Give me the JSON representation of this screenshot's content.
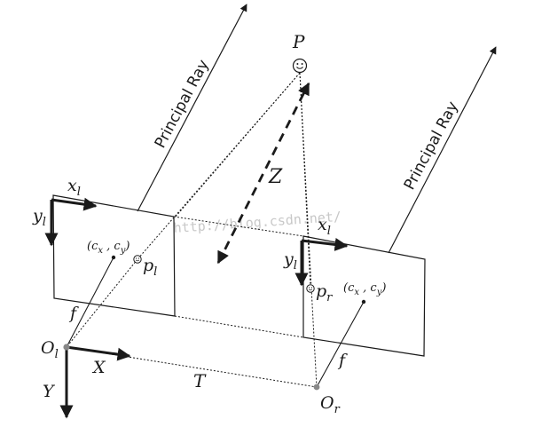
{
  "labels": {
    "principal_ray_left": "Principal Ray",
    "principal_ray_right": "Principal Ray",
    "point": "P",
    "depth": "Z",
    "baseline": "T",
    "focal_left": "f",
    "focal_right": "f",
    "world_x": "X",
    "world_y": "Y",
    "left_x_axis": {
      "base": "x",
      "sub": "l"
    },
    "left_y_axis": {
      "base": "y",
      "sub": "l"
    },
    "right_x_axis": {
      "base": "x",
      "sub": "l"
    },
    "right_y_axis": {
      "base": "y",
      "sub": "l"
    },
    "left_center": {
      "cx": "c",
      "cx_sub": "x",
      "cy": "c",
      "cy_sub": "y"
    },
    "right_center": {
      "cx": "c",
      "cx_sub": "x",
      "cy": "c",
      "cy_sub": "y"
    },
    "left_image_point": {
      "base": "p",
      "sub": "l"
    },
    "right_image_point": {
      "base": "p",
      "sub": "r"
    },
    "left_optical_center": {
      "base": "O",
      "sub": "l"
    },
    "right_optical_center": {
      "base": "O",
      "sub": "r"
    },
    "watermark": "http://blog.csdn.net/"
  },
  "icons": {
    "point_marker": "smiley-icon"
  },
  "colors": {
    "ink": "#1a1a1a",
    "watermark": "#c8c8c8",
    "optical_center": "#888888"
  }
}
